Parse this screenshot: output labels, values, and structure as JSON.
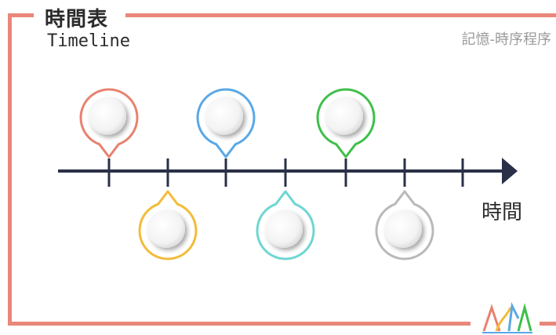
{
  "title": {
    "zh": "時間表",
    "en": "Timeline"
  },
  "subtitle": "記憶-時序程序",
  "axis_label": "時間",
  "colors": {
    "frame": "#e8877a",
    "axis": "#2a3047",
    "text": "#2b2b2b",
    "subtitle": "#9a9a9a"
  },
  "markers": [
    {
      "name": "marker-1",
      "color": "#e8826f",
      "placement": "above"
    },
    {
      "name": "marker-2",
      "color": "#f2bc3a",
      "placement": "below"
    },
    {
      "name": "marker-3",
      "color": "#5aa8e6",
      "placement": "above"
    },
    {
      "name": "marker-4",
      "color": "#6fd6d2",
      "placement": "below"
    },
    {
      "name": "marker-5",
      "color": "#3fbf4a",
      "placement": "above"
    },
    {
      "name": "marker-6",
      "color": "#b9b9b9",
      "placement": "below"
    }
  ],
  "logo": {
    "icon": "book-logo-icon",
    "colors": [
      "#e8826f",
      "#f2bc3a",
      "#5aa8e6",
      "#3fbf4a"
    ]
  }
}
